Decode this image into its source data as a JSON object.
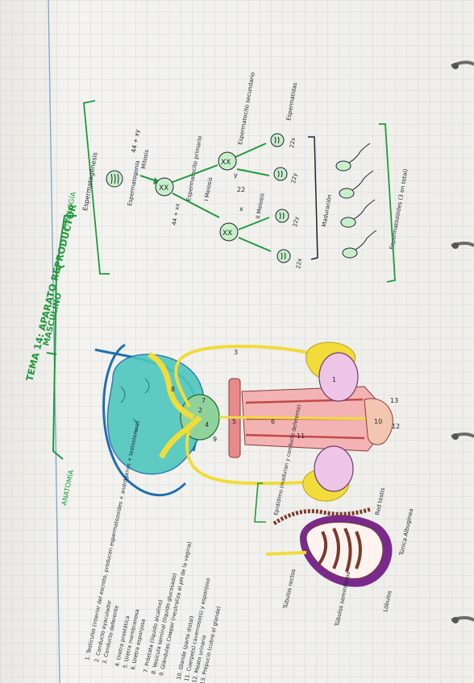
{
  "title": {
    "line1": "TEMA 14: APARATO REPRODUCTOR",
    "line2": "MASCULINO"
  },
  "sections": {
    "anatomia": "ANATOMÍA",
    "fisiologia": "FISIOLOGÍA",
    "espermatogenesis": "Espermatogénesis"
  },
  "spermatogenesis": {
    "espermatogonia": "Espermatogonia",
    "karyotype_44xy": "44 + xy",
    "mitosis": "Mitosis",
    "espermatocito_primario": "Espermatocito primario",
    "karyotype_44xx": "44 + xx",
    "meiosis_1": "I Meiosis",
    "meiosis_2": "II Meiosis",
    "espermatocito_secundario": "Espermatocito secundario",
    "espermatidas": "Espermátidas",
    "chrom_xx": "XX",
    "chrom_x": "x",
    "chrom_y": "y",
    "n22": "22",
    "n22x": "22x",
    "n22y": "22y",
    "maduracion": "Maduración",
    "espermatozoides": "Espermatozoides (3 en total)"
  },
  "legend": [
    "1. Testículos (interior del escroto, producen espermatozoides + andrógenos + testosterona)",
    "2. Conducto eyaculador",
    "3. Conducto deferente",
    "4. Uretra prostática",
    "5. Uretra membranosa",
    "6. Uretra esponjosa",
    "7. Próstata (líquido alcalino)",
    "8. Vesícula seminal (líquido glucosado)",
    "9. Glándulas Cowper (neutraliza el pH de la vagina)",
    "10. Glande (parte distal)",
    "11. Cuerpo(s) cavernoso(s) y esponjoso",
    "12. Meato urinario",
    "13. Prepucio (cubre el glande)"
  ],
  "testis_labels": {
    "epididimo": "Epidídimo (maduran y conducto deferente)",
    "red_testis": "Red testis",
    "tunica": "Túnica Albugínea",
    "tubos_rectos": "Túbulos rectos",
    "tubos_seminiferos": "Túbulos seminíferos",
    "lobulos": "Lóbulos"
  },
  "diagram_numbers": [
    "1",
    "2",
    "3",
    "4",
    "5",
    "6",
    "7",
    "8",
    "9",
    "10",
    "11",
    "12",
    "13"
  ],
  "colors": {
    "paper": "#f3f2ee",
    "grid": "#c8d3dd",
    "green_ink": "#1f9a3c",
    "black_ink": "#1d2433",
    "bladder": "#4ec7bf",
    "duct_yellow": "#f1dc3a",
    "testis_pink": "#eec5e6",
    "urethra_red": "#e68a8a",
    "vas_blue": "#1e6fb0",
    "prostate_green": "#8fd39b",
    "purple": "#7a2a8c",
    "brown": "#7a3a2a"
  }
}
